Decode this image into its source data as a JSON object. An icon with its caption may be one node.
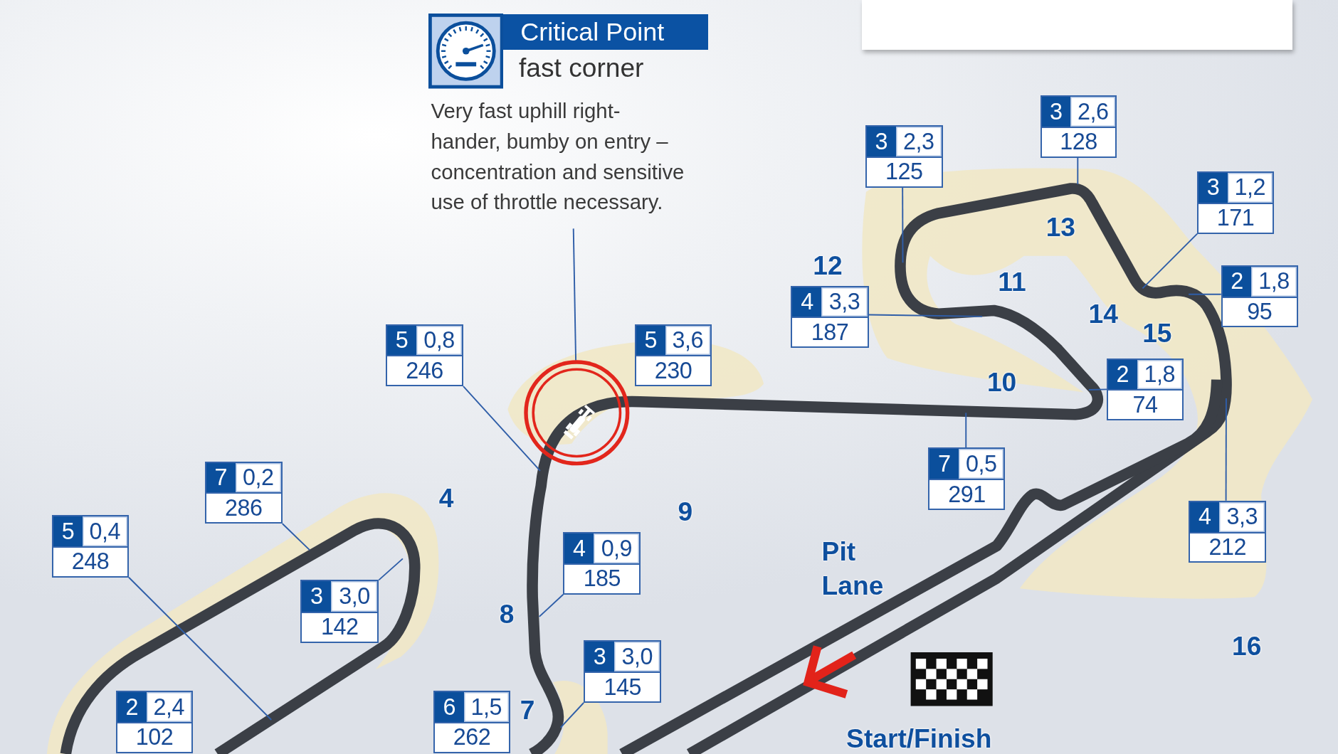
{
  "diagram": {
    "nodes": [
      {
        "text": [
          "Critical Point",
          "fast corner",
          "Very fast uphill right-hander, bumby on entry – concentration and sensitive use of throttle necessary."
        ]
      },
      {
        "text": [],
        "shape": "box"
      },
      {
        "text": [
          "3",
          "2,6",
          "128"
        ]
      },
      {
        "text": [
          "3",
          "2,3",
          "125"
        ]
      },
      {
        "text": [
          "3",
          "1,2",
          "171"
        ]
      },
      {
        "text": [
          "2",
          "1,8",
          "95"
        ]
      },
      {
        "text": [
          "4",
          "3,3",
          "187"
        ]
      },
      {
        "text": [
          "5",
          "0,8",
          "246"
        ]
      },
      {
        "text": [
          "5",
          "3,6",
          "230"
        ]
      },
      {
        "text": [],
        "shape": "circle"
      },
      {
        "text": [
          "2",
          "1,8",
          "74"
        ]
      },
      {
        "text": [
          "7",
          "0,5",
          "291"
        ]
      },
      {
        "text": [
          "7",
          "0,2",
          "286"
        ]
      },
      {
        "text": [
          "4",
          "3,3",
          "212"
        ]
      },
      {
        "text": [
          "5",
          "0,4",
          "248"
        ]
      },
      {
        "text": [
          "4",
          "0,9",
          "185"
        ]
      },
      {
        "text": [
          "3",
          "3,0",
          "142"
        ]
      },
      {
        "text": [
          "3",
          "3,0",
          "145"
        ]
      },
      {
        "text": [
          "6",
          "1,5",
          "262"
        ]
      },
      {
        "text": [
          "2",
          "2,4",
          "102"
        ]
      }
    ],
    "edges": [
      {
        "from": 0,
        "to": 9,
        "arrow": "none"
      },
      {
        "from": 2,
        "to": null,
        "arrow": "none"
      },
      {
        "from": 3,
        "to": null,
        "arrow": "none"
      },
      {
        "from": 4,
        "to": null,
        "arrow": "none"
      },
      {
        "from": 5,
        "to": null,
        "arrow": "none"
      },
      {
        "from": 6,
        "to": null,
        "arrow": "none"
      },
      {
        "from": 7,
        "to": null,
        "arrow": "none"
      },
      {
        "from": 10,
        "to": null,
        "arrow": "none"
      },
      {
        "from": 11,
        "to": null,
        "arrow": "none"
      },
      {
        "from": 12,
        "to": null,
        "arrow": "none"
      },
      {
        "from": 13,
        "to": null,
        "arrow": "none"
      },
      {
        "from": 14,
        "to": null,
        "arrow": "none"
      },
      {
        "from": 15,
        "to": null,
        "arrow": "none"
      },
      {
        "from": 16,
        "to": null,
        "arrow": "none"
      },
      {
        "from": 17,
        "to": null,
        "arrow": "none"
      }
    ],
    "labels": [
      "13",
      "12",
      "11",
      "14",
      "15",
      "10",
      "4",
      "9",
      "Pit Lane",
      "8",
      "16",
      "7",
      "Start/Finish"
    ]
  }
}
